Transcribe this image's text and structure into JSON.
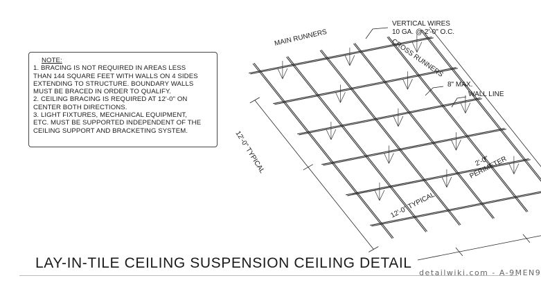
{
  "note": {
    "title": "NOTE:",
    "lines": [
      "1.  BRACING IS NOT REQUIRED IN AREAS LESS",
      "THAN 144 SQUARE FEET WITH WALLS ON 4 SIDES",
      "EXTENDING TO STRUCTURE. BOUNDARY WALLS",
      "MUST BE BRACED IN ORDER TO QUALIFY.",
      "2.  CEILING BRACING IS REQUIRED AT 12'-0\" ON",
      "CENTER BOTH DIRECTIONS.",
      "3.  LIGHT FIXTURES, MECHANICAL EQUIPMENT,",
      "ETC. MUST BE SUPPORTED INDEPENDENT OF THE",
      "CEILING SUPPORT AND BRACKETING SYSTEM."
    ]
  },
  "labels": {
    "main_runners": "MAIN RUNNERS",
    "vertical_wires_1": "VERTICAL WIRES",
    "vertical_wires_2": "10 GA. @ 2'-0\" O.C.",
    "cross_runners": "CROSS RUNNERS",
    "eight_max": "8\" MAX.",
    "wall_line": "WALL LINE",
    "dim_left": "12'-0\" TYPICAL",
    "dim_bottom": "12'-0\" TYPICAL",
    "perimeter_1": "2'-0\"",
    "perimeter_2": "PERIMETER"
  },
  "title": "LAY-IN-TILE CEILING SUSPENSION CEILING DETAIL",
  "credit": "detailwiki.com - A-9MEN9"
}
